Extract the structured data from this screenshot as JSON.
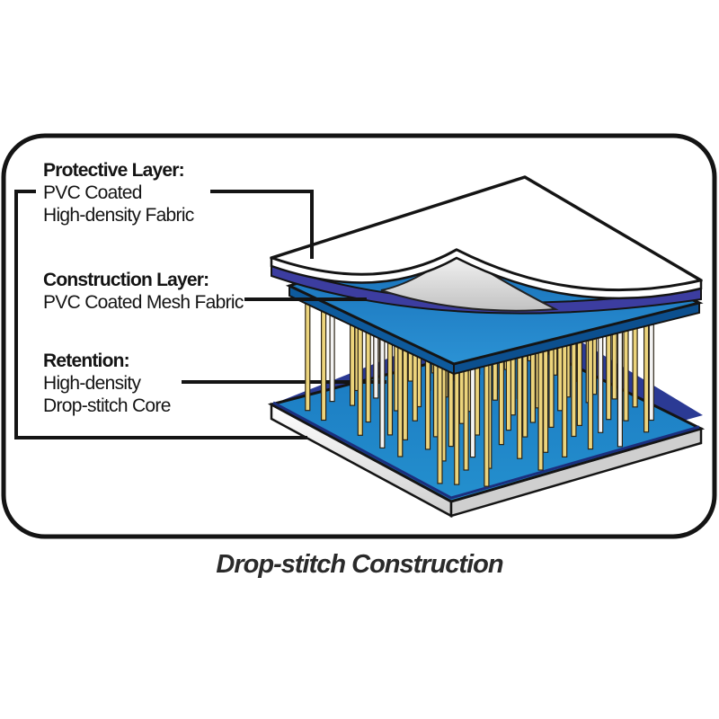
{
  "page": {
    "background": "#ffffff"
  },
  "diagram": {
    "caption": "Drop-stitch Construction",
    "labels": {
      "protective": {
        "title": "Protective Layer:",
        "line1": "PVC Coated",
        "line2": "High-density Fabric"
      },
      "construction": {
        "title": "Construction Layer:",
        "line1": "PVC Coated Mesh Fabric"
      },
      "retention": {
        "title": "Retention:",
        "line1": "High-density",
        "line2": "Drop-stitch Core"
      }
    },
    "colors": {
      "ink": "#141414",
      "sheet_white": "#ffffff",
      "underside_gray_light": "#f6f6f6",
      "underside_gray_dark": "#c2c2c2",
      "mesh_blue_light": "#2b92d4",
      "mesh_blue": "#1a74be",
      "mesh_blue_dark": "#1265b0",
      "mesh_side_left": "#0e5a9c",
      "mesh_side_right": "#0c4f8e",
      "navy_strip": "#3c3da0",
      "navy_shadow": "#2b3a94",
      "plate_edge_navy": "#1b2f7e",
      "plate_blue_light": "#2490ce",
      "plate_blue": "#1a77c0",
      "plate_side_light": "#ffffff",
      "plate_side_gray": "#cfcfcf",
      "thread_yellow": "#ecd47c",
      "thread_white": "#f3f3f3",
      "thread_outline": "#2c2416",
      "title_color": "#2a2a2a"
    }
  }
}
